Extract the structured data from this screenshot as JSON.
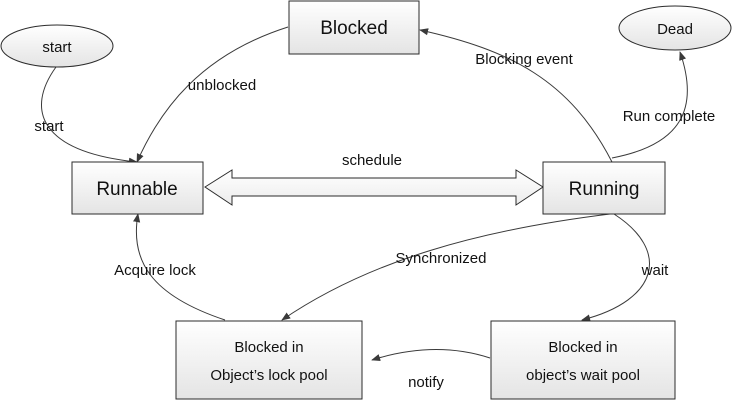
{
  "nodes": {
    "start": "start",
    "dead": "Dead",
    "blocked": "Blocked",
    "runnable": "Runnable",
    "running": "Running",
    "lock_pool": [
      "Blocked in",
      "Object’s lock pool"
    ],
    "wait_pool": [
      "Blocked in",
      "object’s wait pool"
    ]
  },
  "edges": {
    "start": "start",
    "unblocked": "unblocked",
    "blocking_event": "Blocking event",
    "run_complete": "Run complete",
    "schedule": "schedule",
    "synchronized": "Synchronized",
    "wait": "wait",
    "acquire_lock": "Acquire lock",
    "notify": "notify"
  }
}
